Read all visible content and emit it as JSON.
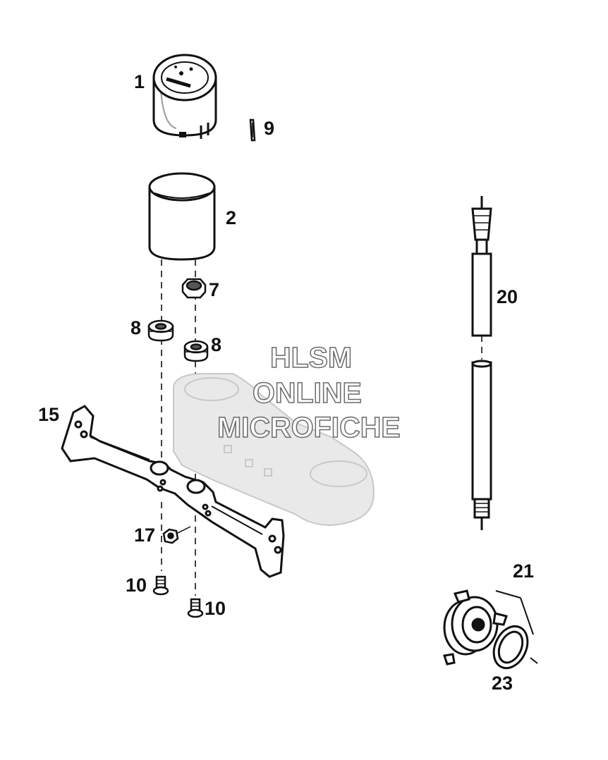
{
  "callouts": {
    "c1": "1",
    "c2": "2",
    "c7": "7",
    "c8a": "8",
    "c8b": "8",
    "c9": "9",
    "c10a": "10",
    "c10b": "10",
    "c15": "15",
    "c17": "17",
    "c20": "20",
    "c21": "21",
    "c23": "23"
  },
  "watermark": {
    "line1": "HLSM",
    "line2": "ONLINE",
    "line3": "MICROFICHE"
  },
  "colors": {
    "ink": "#111111",
    "part_fill": "#ffffff",
    "shade": "#c8c8c8",
    "watermark_outline": "#6a6a6a"
  }
}
